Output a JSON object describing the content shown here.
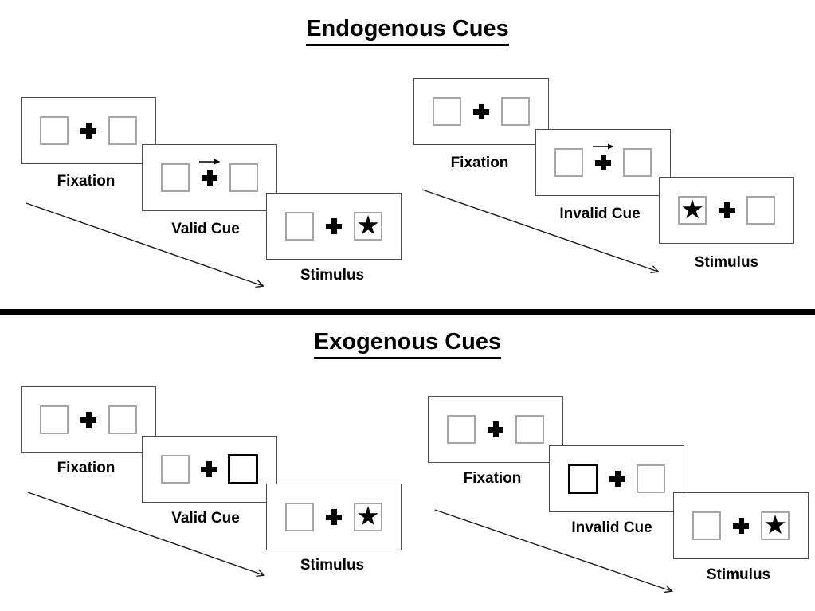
{
  "diagram": {
    "title_top": "Endogenous Cues",
    "title_bottom": "Exogenous Cues"
  },
  "glyphs": {
    "star": "★"
  },
  "colors": {
    "background": "#ffffff",
    "card_border": "#4d4d4d",
    "box_border": "#a6a6a6",
    "cued_box_border": "#000000",
    "divider": "#000000",
    "arrow": "#1a1a1a",
    "text": "#000000"
  },
  "panels": {
    "endogenous_valid": {
      "fixation_label": "Fixation",
      "cue_label": "Valid Cue",
      "stimulus_label": "Stimulus"
    },
    "endogenous_invalid": {
      "fixation_label": "Fixation",
      "cue_label": "Invalid Cue",
      "stimulus_label": "Stimulus"
    },
    "exogenous_valid": {
      "fixation_label": "Fixation",
      "cue_label": "Valid Cue",
      "stimulus_label": "Stimulus"
    },
    "exogenous_invalid": {
      "fixation_label": "Fixation",
      "cue_label": "Invalid Cue",
      "stimulus_label": "Stimulus"
    }
  }
}
